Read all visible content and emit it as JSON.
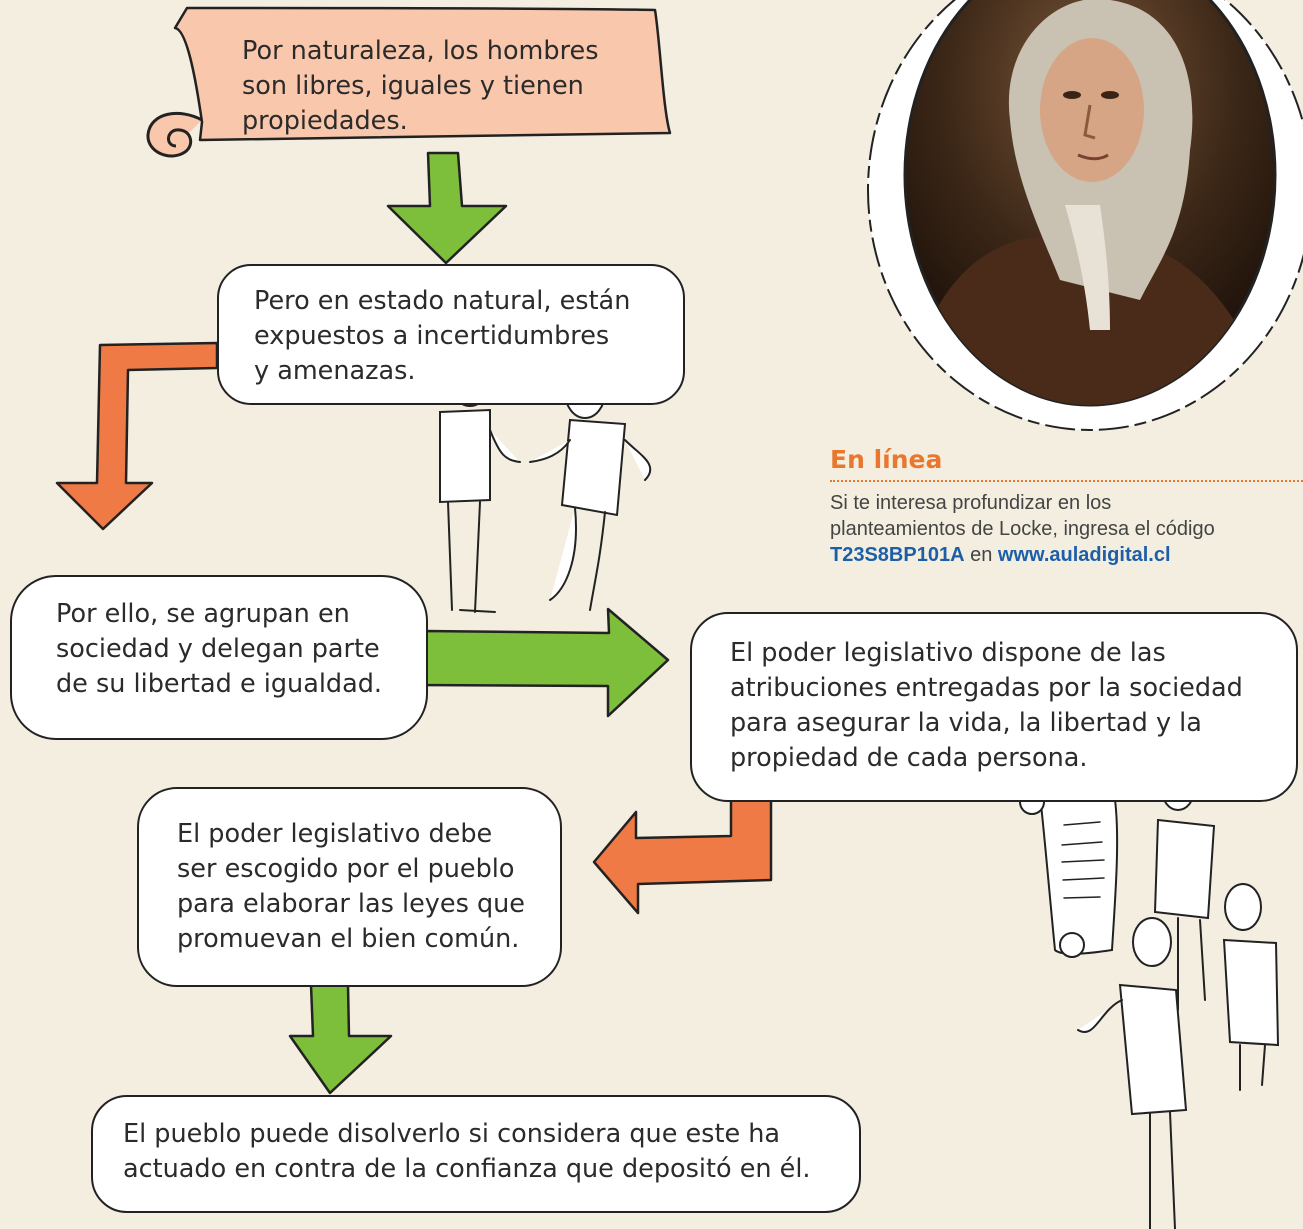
{
  "colors": {
    "background": "#f3eee0",
    "green_arrow": "#7dbf3a",
    "orange_arrow": "#f07a45",
    "scroll_fill": "#f9c7ab",
    "accent": "#e8782e",
    "link": "#1c5fa8"
  },
  "steps": {
    "s1": [
      "Por naturaleza, los hombres",
      "son libres, iguales y tienen",
      "propiedades."
    ],
    "s2": [
      "Pero en estado natural, están",
      "expuestos a incertidumbres",
      "y amenazas."
    ],
    "s3": [
      "Por ello, se agrupan en",
      "sociedad y delegan parte",
      "de su libertad e igualdad."
    ],
    "s4": [
      "El poder legislativo dispone de las",
      "atribuciones entregadas por la sociedad",
      "para asegurar la vida, la libertad y la",
      "propiedad de cada persona."
    ],
    "s5": [
      "El poder legislativo debe",
      "ser escogido por el pueblo",
      "para elaborar las leyes que",
      "promuevan el bien común."
    ],
    "s6": [
      "El pueblo puede disolverlo si considera que este ha",
      "actuado en contra de la confianza que depositó en él."
    ]
  },
  "online": {
    "title": "En línea",
    "line1": "Si te interesa profundizar en los",
    "line2": "planteamientos de Locke, ingresa el código",
    "code": "T23S8BP101A",
    "connector": " en ",
    "site": "www.auladigital.cl"
  },
  "icons": {
    "portrait": "portrait-icon",
    "people": "stick-figures-icon",
    "document": "scroll-document-icon"
  }
}
